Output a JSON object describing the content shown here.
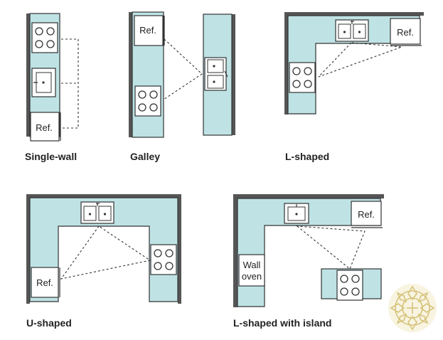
{
  "labels": {
    "ref": "Ref.",
    "wall_oven_line1": "Wall",
    "wall_oven_line2": "oven"
  },
  "captions": {
    "single_wall": "Single-wall",
    "galley": "Galley",
    "l_shaped": "L-shaped",
    "u_shaped": "U-shaped",
    "l_island": "L-shaped with island"
  },
  "colors": {
    "counter": "#bfe3e5",
    "outline": "#333333",
    "wall": "#555555",
    "appliance": "#ffffff",
    "triangle_line": "#333333",
    "logo": "#d6c27a"
  }
}
